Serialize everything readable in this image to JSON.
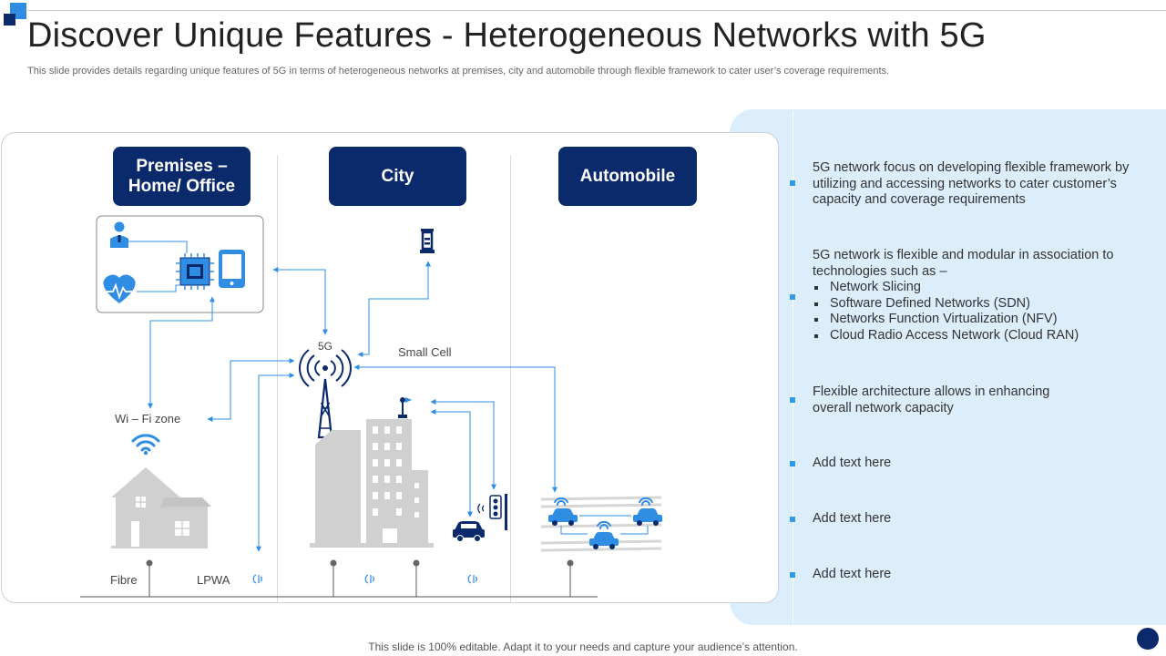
{
  "title": "Discover Unique Features - Heterogeneous Networks with 5G",
  "subtitle": "This slide provides details regarding unique features of 5G in terms of heterogeneous networks at premises, city and automobile through flexible framework to cater user’s coverage requirements.",
  "sections": [
    {
      "label": "Premises –\nHome/ Office"
    },
    {
      "label": "City"
    },
    {
      "label": "Automobile"
    }
  ],
  "diagram_labels": {
    "tower": "5G",
    "small_cell": "Small Cell",
    "wifi_zone": "Wi – Fi zone",
    "fibre": "Fibre",
    "lpwa": "LPWA"
  },
  "bullets": {
    "b1": "5G network focus on developing flexible framework by utilizing and accessing networks to cater customer’s capacity and coverage requirements",
    "b2_intro": "5G network is flexible and modular in association to technologies such as –",
    "b2_items": [
      "Network Slicing",
      "Software Defined Networks (SDN)",
      "Networks Function Virtualization (NFV)",
      "Cloud Radio Access Network (Cloud RAN)"
    ],
    "b3": "Flexible architecture allows in enhancing overall network capacity",
    "b4": "Add text here",
    "b5": "Add text here",
    "b6": "Add text here"
  },
  "footer": "This slide is 100% editable. Adapt it to your needs and capture your audience’s attention.",
  "colors": {
    "navy": "#0a2a6b",
    "accent_blue": "#2f9be6",
    "panel_bg": "#dcedfb",
    "icon_gray": "#d0d0d0"
  }
}
